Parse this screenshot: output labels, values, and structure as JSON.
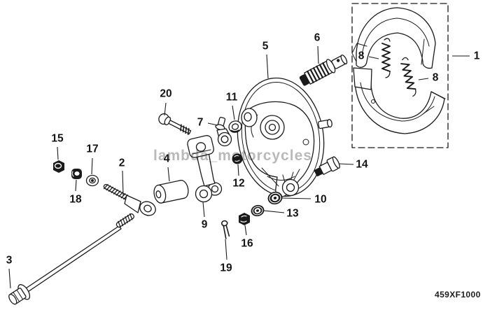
{
  "diagram": {
    "type": "exploded-parts-diagram",
    "code": "459XF1000",
    "watermark": "lambda_motorcycles",
    "colors": {
      "line": "#1a1a1a",
      "background": "#ffffff",
      "watermark": "#b9b9b9"
    },
    "callouts": [
      {
        "n": "1"
      },
      {
        "n": "2"
      },
      {
        "n": "3"
      },
      {
        "n": "4"
      },
      {
        "n": "5"
      },
      {
        "n": "6"
      },
      {
        "n": "7"
      },
      {
        "n": "8"
      },
      {
        "n": "8"
      },
      {
        "n": "9"
      },
      {
        "n": "10"
      },
      {
        "n": "11"
      },
      {
        "n": "12"
      },
      {
        "n": "13"
      },
      {
        "n": "14"
      },
      {
        "n": "15"
      },
      {
        "n": "16"
      },
      {
        "n": "17"
      },
      {
        "n": "18"
      },
      {
        "n": "19"
      },
      {
        "n": "20"
      }
    ],
    "part_shapes": {
      "1": "brake-shoe-kit-boxed-group",
      "2": "threaded-rod-with-eye",
      "3": "long-rod-bolt",
      "4": "roller-spacer",
      "5": "brake-panel",
      "6": "knurled-adjuster-bolt",
      "7": "joint-pin",
      "8": "coil-spring",
      "9": "linkage-arm",
      "10": "flanged-washer",
      "11": "washer",
      "12": "dome-nut",
      "13": "flanged-washer",
      "14": "shouldered-bolt",
      "15": "hex-nut",
      "16": "hex-nut",
      "17": "flanged-nut",
      "18": "hex-nut",
      "19": "cotter-pin",
      "20": "hex-bolt"
    }
  }
}
